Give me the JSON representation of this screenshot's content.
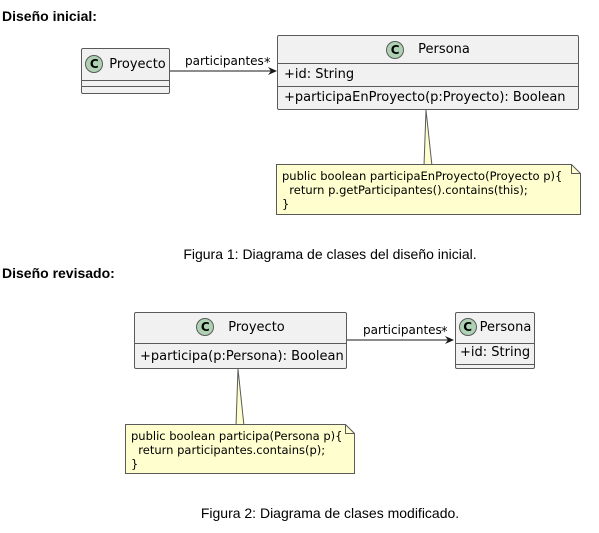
{
  "diagram1": {
    "heading": "Diseño inicial:",
    "class_a": {
      "icon": "C",
      "name": "Proyecto"
    },
    "class_b": {
      "icon": "C",
      "name": "Persona",
      "attribute": "+id: String",
      "method": "+participaEnProyecto(p:Proyecto): Boolean"
    },
    "association": {
      "label": "participantes",
      "multiplicity": "*"
    },
    "note": "public boolean participaEnProyecto(Proyecto p){\n  return p.getParticipantes().contains(this);\n}",
    "caption": "Figura 1: Diagrama de clases del diseño inicial."
  },
  "diagram2": {
    "heading": "Diseño revisado:",
    "class_a": {
      "icon": "C",
      "name": "Proyecto",
      "method": "+participa(p:Persona): Boolean"
    },
    "class_b": {
      "icon": "C",
      "name": "Persona",
      "attribute": "+id: String"
    },
    "association": {
      "label": "participantes",
      "multiplicity": "*"
    },
    "note": "public boolean participa(Persona p){\n  return participantes.contains(p);\n}",
    "caption": "Figura 2: Diagrama de clases modificado."
  },
  "colors": {
    "class_fill": "#f1f1f1",
    "class_icon": "#add1b2",
    "note_fill": "#fefece",
    "line": "#5a5a5a"
  }
}
